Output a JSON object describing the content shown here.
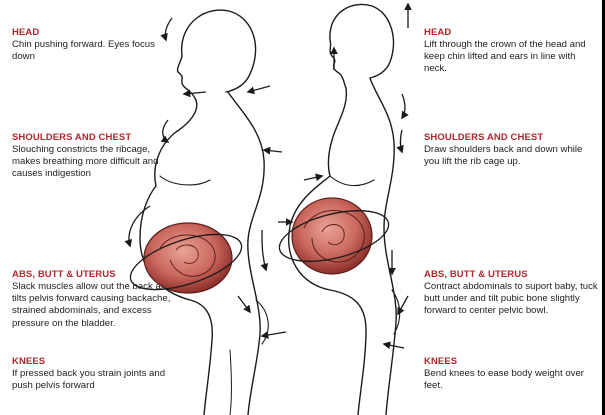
{
  "left": {
    "head": {
      "title": "HEAD",
      "text": "Chin pushing forward.  Eyes focus down"
    },
    "shoulders": {
      "title": "SHOULDERS AND CHEST",
      "text": "Slouching constricts the ribcage, makes breathing more difficult and causes indigestion"
    },
    "abs": {
      "title": "ABS,  BUTT & UTERUS",
      "text": "Slack muscles allow out the back and tilts pelvis forward causing backache, strained abdominals, and excess pressure on the bladder."
    },
    "knees": {
      "title": "KNEES",
      "text": "If pressed back you strain joints and push pelvis forward"
    }
  },
  "right": {
    "head": {
      "title": "HEAD",
      "text": "Lift through the crown of the head and keep chin lifted and ears in line with neck."
    },
    "shoulders": {
      "title": "SHOULDERS AND CHEST",
      "text": "Draw shoulders back and down while you lift the rib cage up."
    },
    "abs": {
      "title": "ABS,  BUTT & UTERUS",
      "text": "Contract abdominals to suport baby, tuck butt under and tilt pubic bone slightly forward to center pelvic bowl."
    },
    "knees": {
      "title": "KNEES",
      "text": "Bend knees to ease body weight over feet."
    }
  },
  "colors": {
    "heading": "#b3272d",
    "uterus": "#c9675d",
    "uterus_dark": "#8c2f2b",
    "outline": "#1a1a1a"
  }
}
